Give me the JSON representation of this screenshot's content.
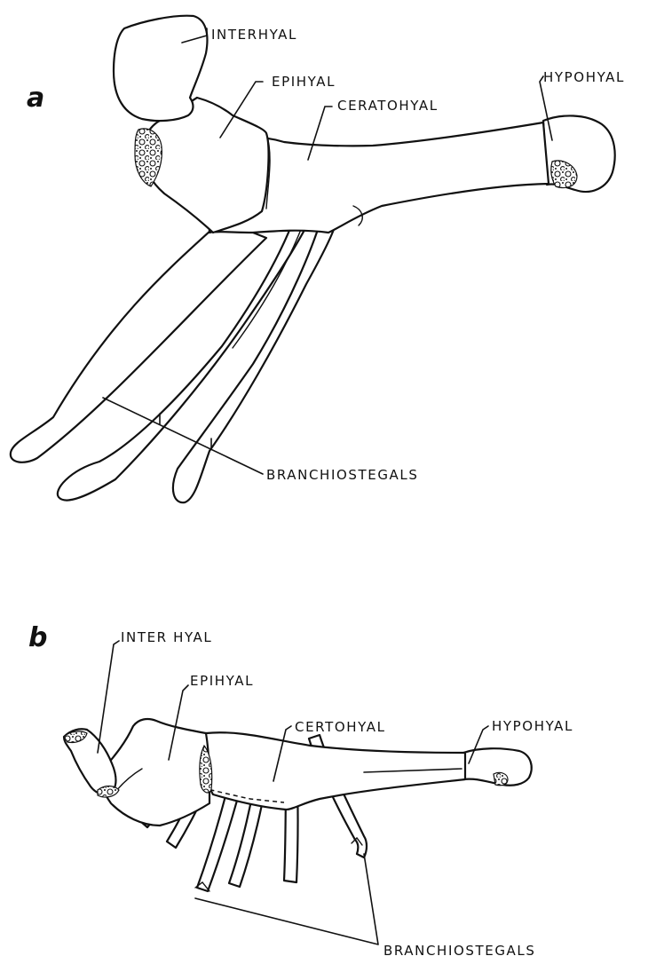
{
  "panel_a": {
    "letter": "a",
    "labels": {
      "interhyal": "INTERHYAL",
      "epihyal": "EPIHYAL",
      "ceratohyal": "CERATOHYAL",
      "hypohyal": "HYPOHYAL",
      "branchiostegals": "BRANCHIOSTEGALS"
    }
  },
  "panel_b": {
    "letter": "b",
    "labels": {
      "interhyal": "INTER HYAL",
      "epihyal": "EPIHYAL",
      "certohyal": "CERTOHYAL",
      "hypohyal": "HYPOHYAL",
      "branchiostegals": "BRANCHIOSTEGALS"
    }
  },
  "colors": {
    "ink": "#111111",
    "background": "#ffffff"
  }
}
